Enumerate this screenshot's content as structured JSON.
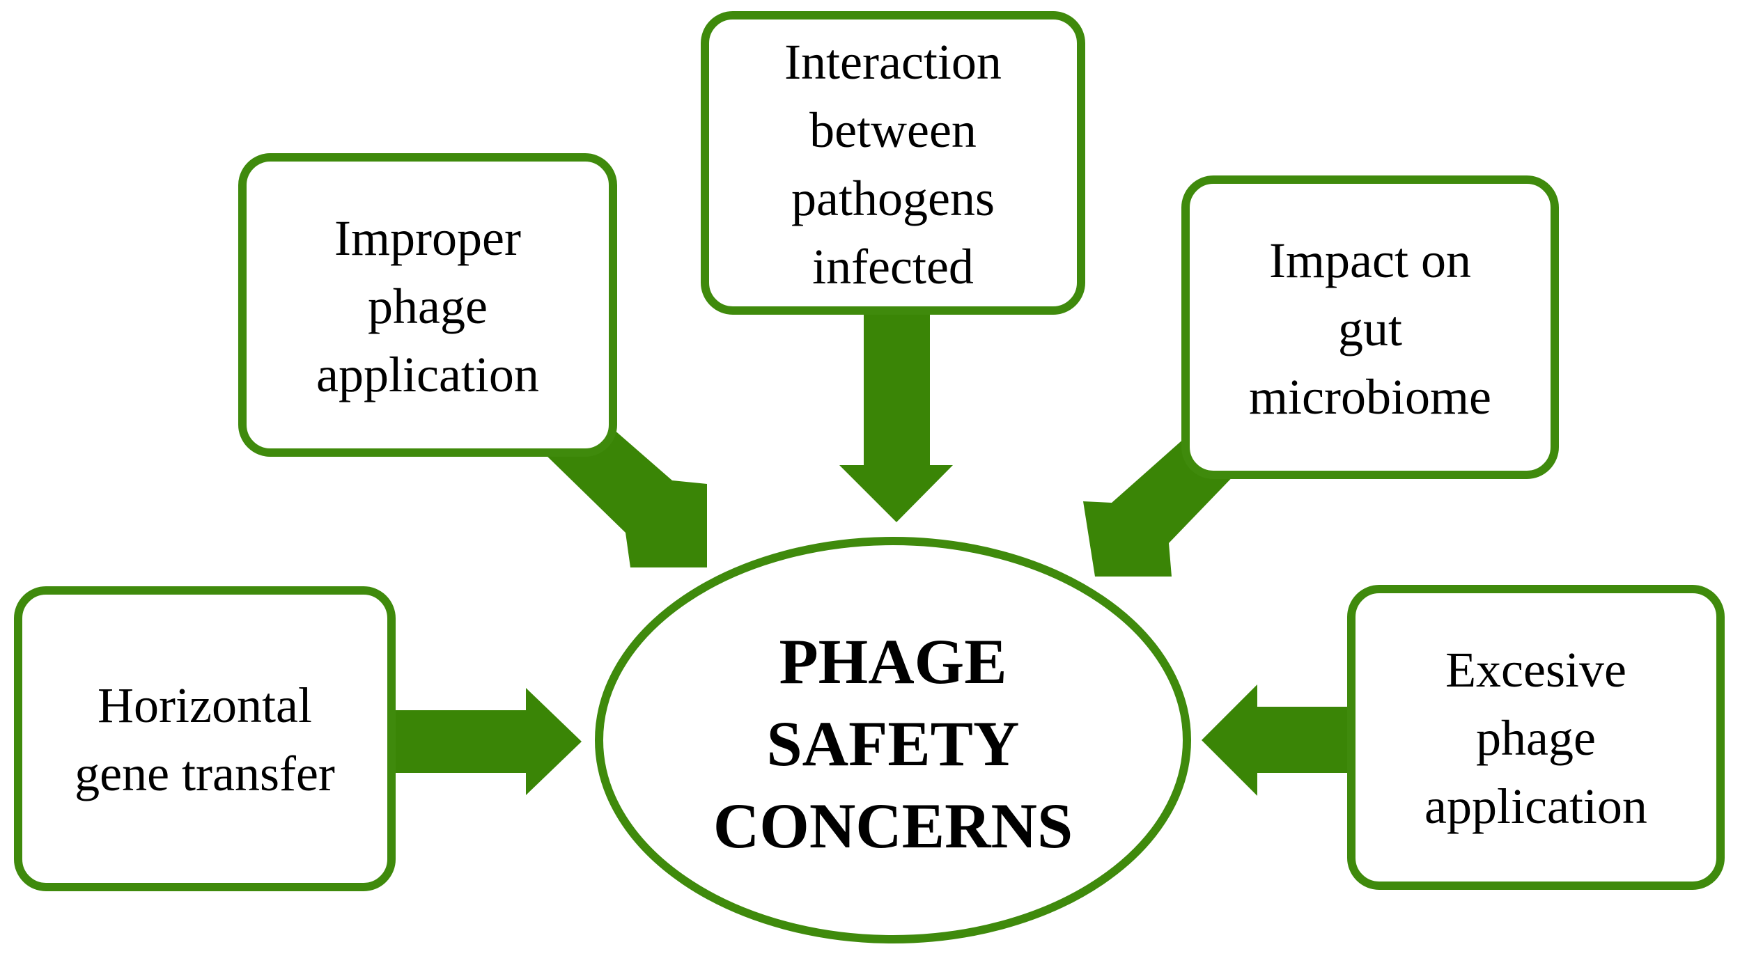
{
  "colors": {
    "border": "#3f8a0c",
    "arrow": "#3a8506",
    "text": "#000000",
    "background": "#ffffff"
  },
  "center": {
    "lines": [
      "PHAGE",
      "SAFETY",
      "CONCERNS"
    ]
  },
  "boxes": {
    "improper": {
      "lines": [
        "Improper",
        "phage",
        "application"
      ]
    },
    "interaction": {
      "lines": [
        "Interaction",
        "between",
        "pathogens",
        "infected"
      ]
    },
    "gut": {
      "lines": [
        "Impact on",
        "gut",
        "microbiome"
      ]
    },
    "horizontal": {
      "lines": [
        "Horizontal",
        "gene transfer"
      ]
    },
    "excesive": {
      "lines": [
        "Excesive",
        "phage",
        "application"
      ]
    }
  }
}
